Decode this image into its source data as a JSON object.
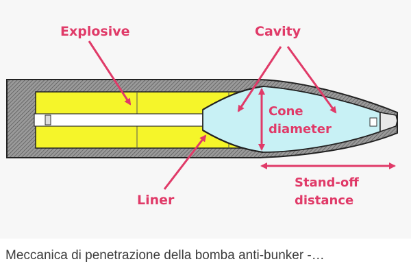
{
  "diagram": {
    "labels": {
      "explosive": "Explosive",
      "cavity": "Cavity",
      "cone_line1": "Cone",
      "cone_line2": "diameter",
      "liner": "Liner",
      "standoff_line1": "Stand-off",
      "standoff_line2": "distance"
    },
    "colors": {
      "label": "#e03a68",
      "explosive": "#f5f52a",
      "cavity": "#c8f1f5",
      "casing": "#8a8a8a",
      "outline": "#222222"
    }
  },
  "caption": "Meccanica di penetrazione della bomba anti-bunker -…"
}
